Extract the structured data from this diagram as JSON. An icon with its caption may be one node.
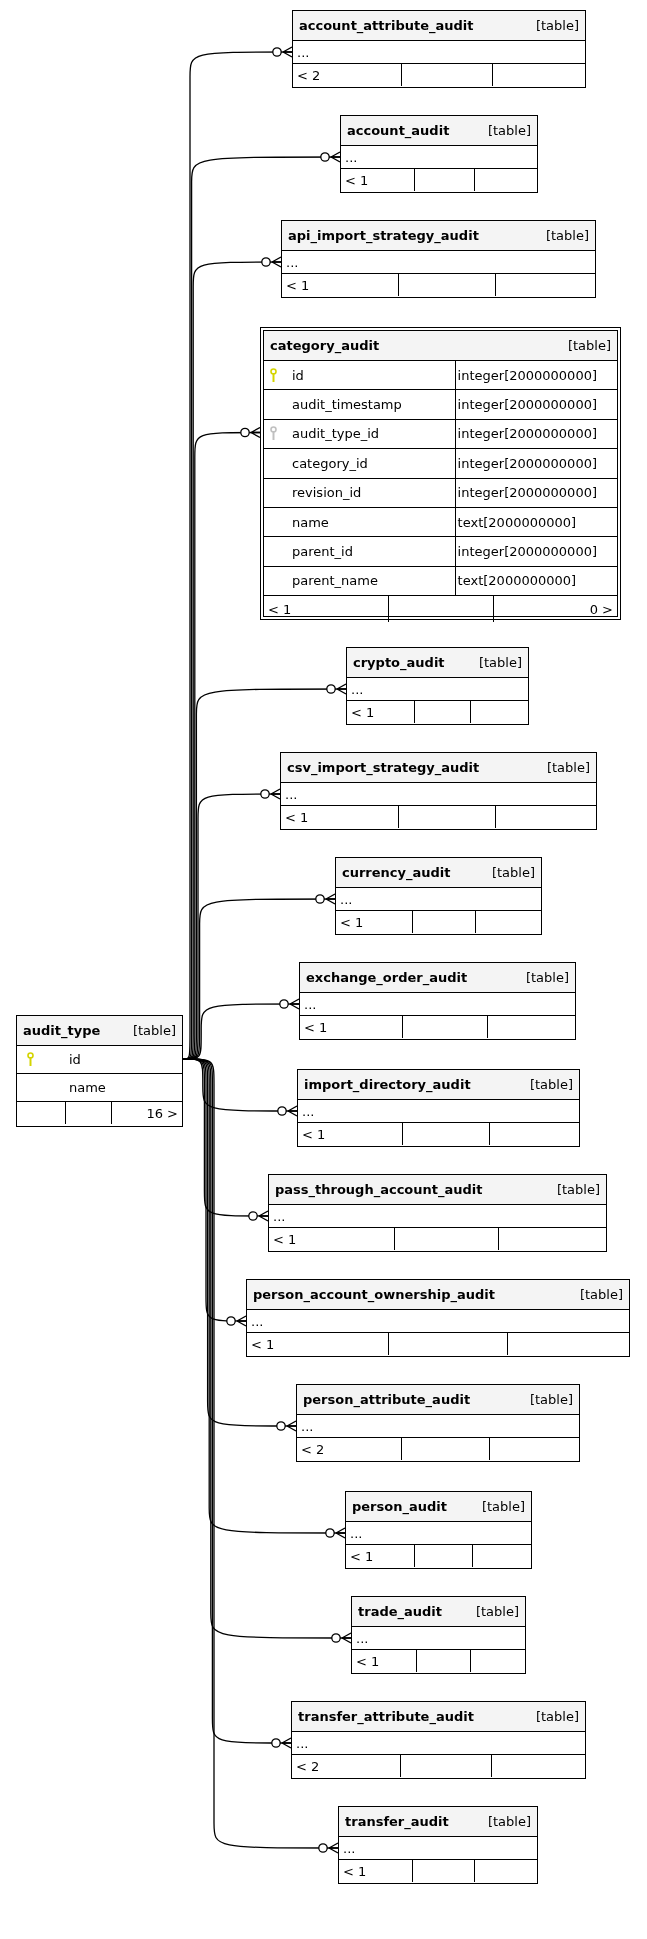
{
  "diagram": {
    "nodes": [
      {
        "text": [
          "audit_type",
          "[table]",
          "id",
          "name",
          "16 >"
        ]
      },
      {
        "text": [
          "account_attribute_audit",
          "[table]",
          "...",
          "< 2"
        ]
      },
      {
        "text": [
          "account_audit",
          "[table]",
          "...",
          "< 1"
        ]
      },
      {
        "text": [
          "api_import_strategy_audit",
          "[table]",
          "...",
          "< 1"
        ]
      },
      {
        "text": [
          "category_audit",
          "[table]",
          "id",
          "integer[2000000000]",
          "audit_timestamp",
          "integer[2000000000]",
          "audit_type_id",
          "integer[2000000000]",
          "category_id",
          "integer[2000000000]",
          "revision_id",
          "integer[2000000000]",
          "name",
          "text[2000000000]",
          "parent_id",
          "integer[2000000000]",
          "parent_name",
          "text[2000000000]",
          "< 1",
          "0 >"
        ]
      },
      {
        "text": [
          "crypto_audit",
          "[table]",
          "...",
          "< 1"
        ]
      },
      {
        "text": [
          "csv_import_strategy_audit",
          "[table]",
          "...",
          "< 1"
        ]
      },
      {
        "text": [
          "currency_audit",
          "[table]",
          "...",
          "< 1"
        ]
      },
      {
        "text": [
          "exchange_order_audit",
          "[table]",
          "...",
          "< 1"
        ]
      },
      {
        "text": [
          "import_directory_audit",
          "[table]",
          "...",
          "< 1"
        ]
      },
      {
        "text": [
          "pass_through_account_audit",
          "[table]",
          "...",
          "< 1"
        ]
      },
      {
        "text": [
          "person_account_ownership_audit",
          "[table]",
          "...",
          "< 1"
        ]
      },
      {
        "text": [
          "person_attribute_audit",
          "[table]",
          "...",
          "< 2"
        ]
      },
      {
        "text": [
          "person_audit",
          "[table]",
          "...",
          "< 1"
        ]
      },
      {
        "text": [
          "trade_audit",
          "[table]",
          "...",
          "< 1"
        ]
      },
      {
        "text": [
          "transfer_attribute_audit",
          "[table]",
          "...",
          "< 2"
        ]
      },
      {
        "text": [
          "transfer_audit",
          "[table]",
          "...",
          "< 1"
        ]
      }
    ],
    "edges": [
      {
        "from": 0,
        "to": 1,
        "arrow": "other"
      },
      {
        "from": 0,
        "to": 2,
        "arrow": "other"
      },
      {
        "from": 0,
        "to": 3,
        "arrow": "other"
      },
      {
        "from": 0,
        "to": 4,
        "arrow": "other"
      },
      {
        "from": 0,
        "to": 5,
        "arrow": "other"
      },
      {
        "from": 0,
        "to": 6,
        "arrow": "other"
      },
      {
        "from": 0,
        "to": 7,
        "arrow": "other"
      },
      {
        "from": 0,
        "to": 8,
        "arrow": "other"
      },
      {
        "from": 0,
        "to": 9,
        "arrow": "other"
      },
      {
        "from": 0,
        "to": 10,
        "arrow": "other"
      },
      {
        "from": 0,
        "to": 11,
        "arrow": "other"
      },
      {
        "from": 0,
        "to": 12,
        "arrow": "other"
      },
      {
        "from": 0,
        "to": 13,
        "arrow": "other"
      },
      {
        "from": 0,
        "to": 14,
        "arrow": "other"
      },
      {
        "from": 0,
        "to": 15,
        "arrow": "other"
      },
      {
        "from": 0,
        "to": 16,
        "arrow": "other"
      }
    ]
  }
}
